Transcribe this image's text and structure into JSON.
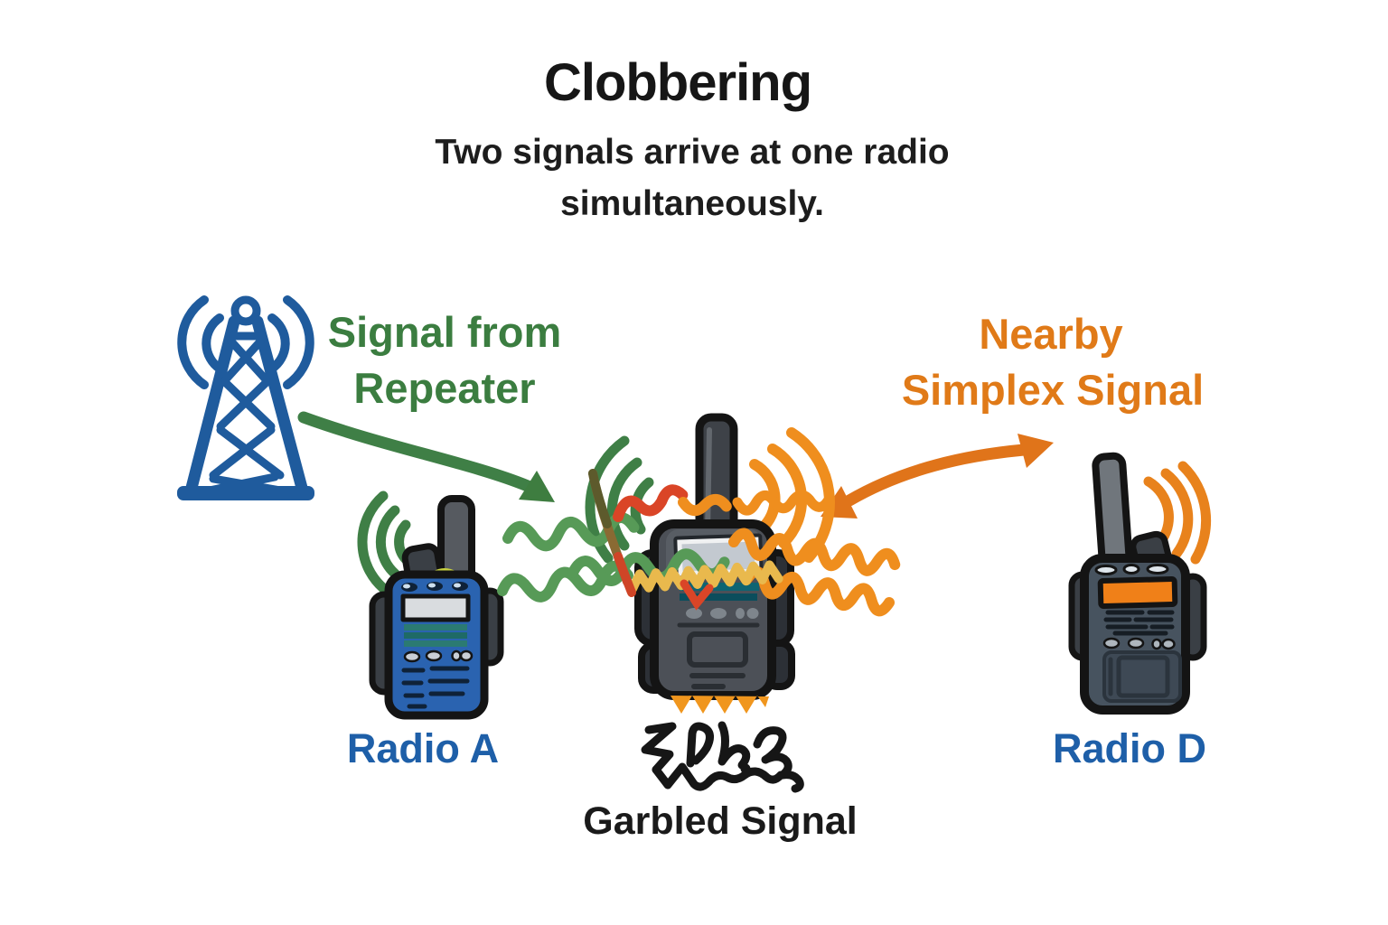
{
  "title": "Clobbering",
  "subtitle": {
    "line1": "Two signals arrive at one radio",
    "line2": "simultaneously."
  },
  "annotations": {
    "repeater_signal": {
      "line1": "Signal from",
      "line2": "Repeater"
    },
    "simplex_signal": {
      "line1": "Nearby",
      "line2": "Simplex Signal"
    },
    "garbled_signal": "Garbled Signal"
  },
  "devices": {
    "radio_a_label": "Radio A",
    "radio_d_label": "Radio D"
  },
  "icons": {
    "repeater-tower-icon": "blue lattice radio tower with transmit arcs",
    "radio-a-icon": "blue handheld walkie-talkie",
    "center-radio-icon": "dark gray handheld walkie-talkie receiving two signals",
    "radio-d-icon": "dark slate walkie-talkie with orange display",
    "green-signal-arrow": "curved green arrow from repeater to center radio",
    "orange-signal-arrow": "curved double-headed orange arrow for simplex signal",
    "green-signal-waves": "green wavy interference lines",
    "orange-signal-waves": "orange wavy interference lines",
    "collision-marks": "red/brown collision streaks where signals clash",
    "garbled-scribble-icon": "black scribble representing garbled audio",
    "clobber-zigzag-icon": "orange zigzag under clobbered radio"
  },
  "colors": {
    "background": "#ffffff",
    "text_black": "#1a1a1a",
    "tower_blue": "#1f5b9d",
    "radio_a_blue": "#2a63b0",
    "radio_label_blue": "#1e5fa8",
    "repeater_green": "#3b7d40",
    "wave_green": "#579a57",
    "simplex_orange": "#e07a18",
    "wave_orange": "#ef8e1e",
    "arc_orange": "#f0961e",
    "gold_wave": "#e9b94d",
    "collision_red": "#da4527",
    "center_radio_gray": "#4c5057",
    "radio_d_slate": "#47535f",
    "radio_d_screen_orange": "#f08018",
    "teal_stripe": "#0e6472"
  }
}
